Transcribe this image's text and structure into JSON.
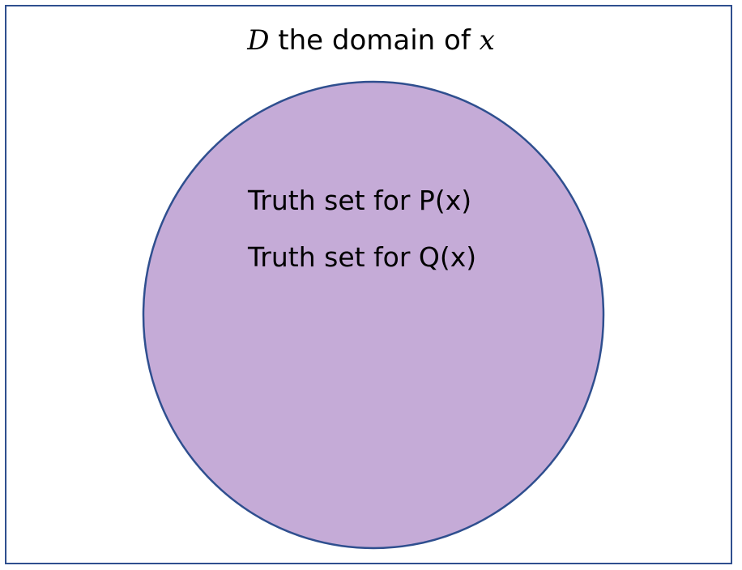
{
  "diagram": {
    "domain": {
      "symbol": "D",
      "text": " the domain of ",
      "variable": "x"
    },
    "sets": [
      {
        "label": "Truth set for P(x)"
      },
      {
        "label": "Truth set for Q(x)"
      }
    ],
    "colors": {
      "frame_border": "#2f4f8f",
      "circle_fill": "#c5abd7",
      "circle_stroke": "#2f4f8f"
    }
  }
}
